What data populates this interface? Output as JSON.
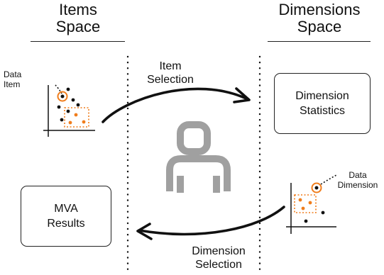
{
  "headings": {
    "items_space": [
      "Items",
      "Space"
    ],
    "dimensions_space": [
      "Dimensions",
      "Space"
    ]
  },
  "arrows": {
    "item_selection": [
      "Item",
      "Selection"
    ],
    "dimension_selection": [
      "Dimension",
      "Selection"
    ]
  },
  "boxes": {
    "dimension_statistics": [
      "Dimension",
      "Statistics"
    ],
    "mva_results": [
      "MVA",
      "Results"
    ]
  },
  "callouts": {
    "data_item": [
      "Data",
      "Item"
    ],
    "data_dimension": [
      "Data",
      "Dimension"
    ]
  },
  "icons": {
    "center": "user-icon",
    "left_plot": "scatterplot-icon",
    "right_plot": "scatterplot-icon"
  },
  "colors": {
    "highlight": "#f07d1c",
    "ink": "#111111",
    "user_icon": "#a0a0a0"
  }
}
